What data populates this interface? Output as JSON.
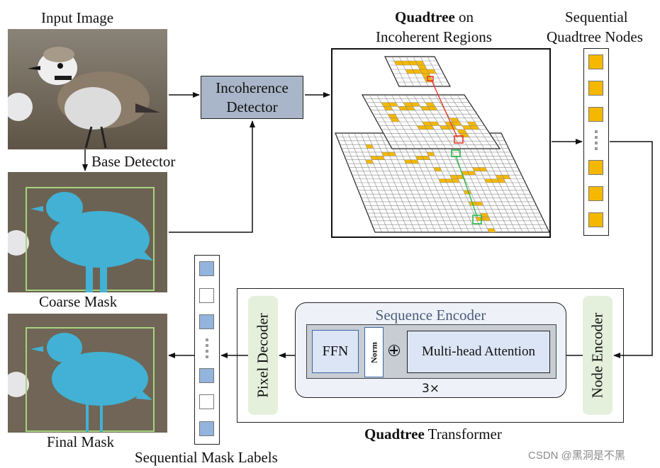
{
  "labels": {
    "input_image": "Input Image",
    "base_detector": "Base Detector",
    "coarse_mask": "Coarse Mask",
    "final_mask": "Final Mask",
    "incoherence_detector_line1": "Incoherence",
    "incoherence_detector_line2": "Detector",
    "quadtree_bold": "Quadtree",
    "quadtree_on": " on",
    "incoherent_regions": "Incoherent Regions",
    "sequential_line1": "Sequential",
    "sequential_line2": "Quadtree Nodes",
    "sequence_encoder": "Sequence Encoder",
    "ffn": "FFN",
    "norm": "Norm",
    "multihead_attention": "Multi-head Attention",
    "repeat": "3×",
    "pixel_decoder": "Pixel Decoder",
    "node_encoder": "Node Encoder",
    "transformer_bold": "Quadtree",
    "transformer_rest": " Transformer",
    "sequential_mask_labels": "Sequential Mask Labels",
    "watermark": "CSDN @黑洞是不黑"
  },
  "colors": {
    "node_fill": "#f5b800",
    "label_blue": "#92b4dd",
    "mask_blue": "#3fb8e0",
    "green_panel": "#e4f0dc",
    "encoder_bg": "#eef2f8",
    "detector_fill": "#a9b6c9"
  },
  "node_strip": [
    "filled",
    "filled",
    "filled",
    "dots",
    "filled",
    "filled",
    "filled"
  ],
  "label_strip": [
    "blue",
    "white",
    "blue",
    "dots",
    "blue",
    "white",
    "blue"
  ]
}
